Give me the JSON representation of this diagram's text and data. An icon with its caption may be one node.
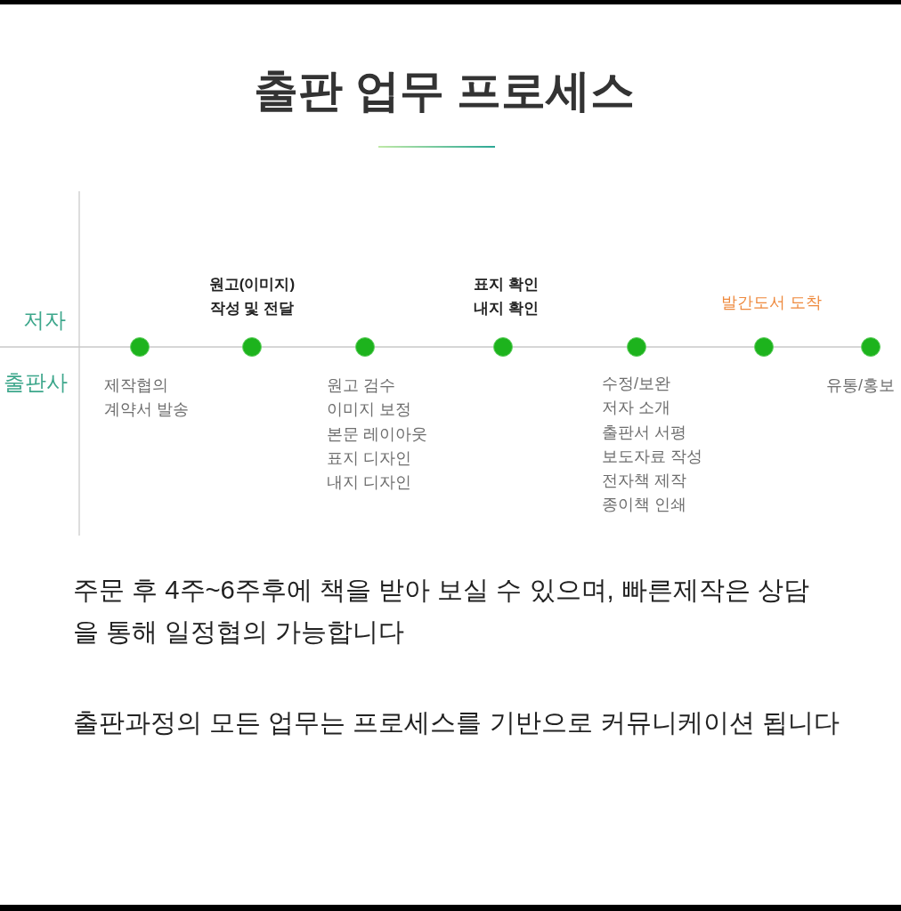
{
  "diagram": {
    "title": "출판 업무 프로세스",
    "nodes": [
      {
        "text": [],
        "shape": "circle",
        "beside": [
          "제작협의 계약서 발송"
        ]
      },
      {
        "text": [],
        "shape": "circle",
        "beside": [
          "원고(이미지) 작성 및 전달"
        ]
      },
      {
        "text": [],
        "shape": "circle",
        "beside": [
          "원고 검수",
          "이미지 보정",
          "본문 레이아웃",
          "표지 디자인",
          "내지 디자인"
        ]
      },
      {
        "text": [],
        "shape": "circle",
        "beside": [
          "표지 확인",
          "내지 확인"
        ]
      },
      {
        "text": [],
        "shape": "circle",
        "beside": [
          "수정/보완",
          "저자 소개",
          "출판서 서평",
          "보도자료 작성",
          "전자책 제작",
          "종이책 인쇄"
        ]
      },
      {
        "text": [],
        "shape": "circle",
        "beside": [
          "발간도서 도착"
        ]
      },
      {
        "text": [],
        "shape": "circle",
        "beside": [
          "유통/홍보"
        ]
      }
    ],
    "edges": [
      {
        "from": 0,
        "to": 1,
        "arrow": "none"
      },
      {
        "from": 1,
        "to": 2,
        "arrow": "none"
      },
      {
        "from": 2,
        "to": 3,
        "arrow": "none"
      },
      {
        "from": 3,
        "to": 4,
        "arrow": "none"
      },
      {
        "from": 4,
        "to": 5,
        "arrow": "none"
      },
      {
        "from": 5,
        "to": 6,
        "arrow": "none"
      }
    ],
    "labels": [
      "저자",
      "출판사",
      "주문 후 4주~6주후에 책을 받아 보실 수 있으며, 빠른제작은 상담을 통해 일정협의 가능합니다",
      "출판과정의 모든 업무는 프로세스를 기반으로 커뮤니케이션 됩니다"
    ]
  }
}
